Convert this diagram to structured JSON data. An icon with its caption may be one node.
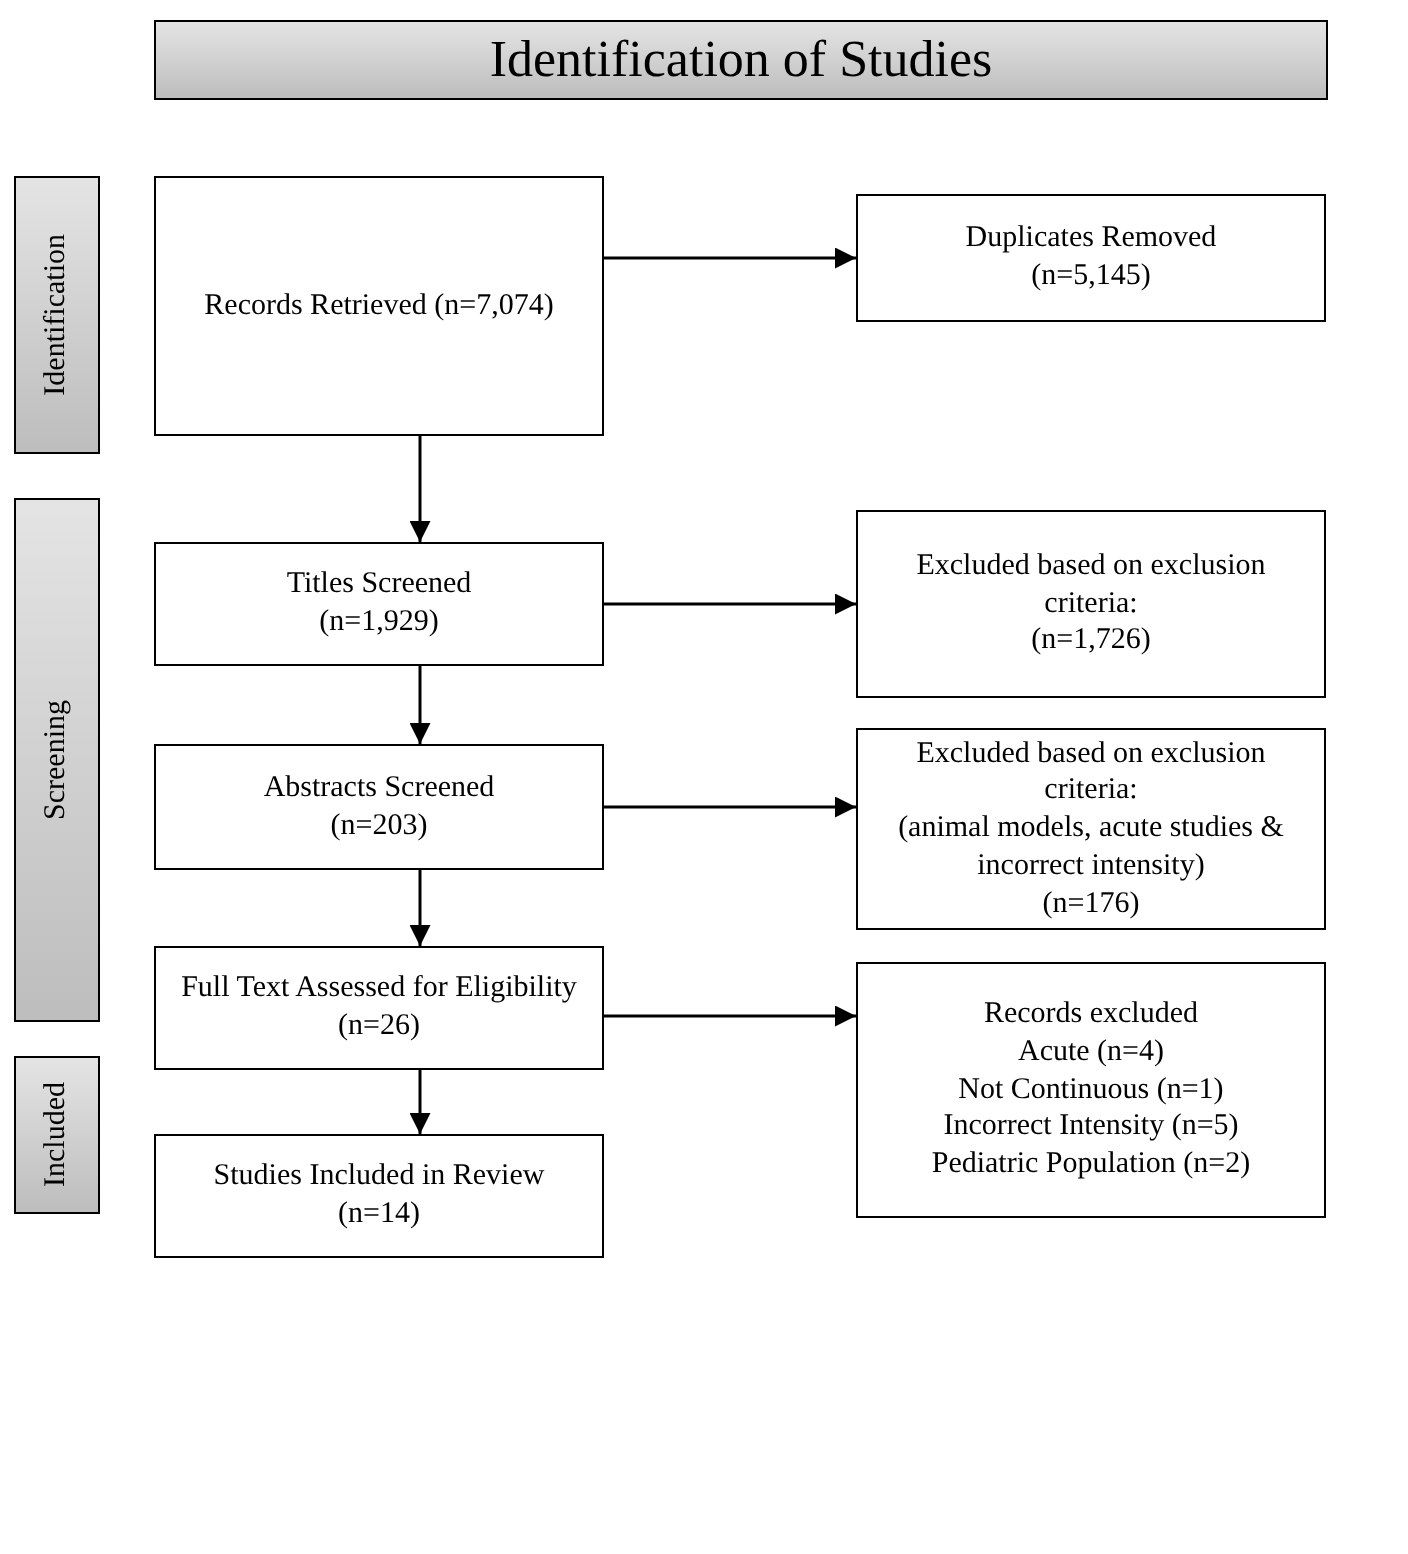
{
  "diagram": {
    "nodes": [
      {
        "text": [
          "Identification of Studies"
        ]
      },
      {
        "text": [
          "Identification"
        ]
      },
      {
        "text": [
          "Screening"
        ]
      },
      {
        "text": [
          "Included"
        ]
      },
      {
        "text": [
          "Records Retrieved (n=7,074)"
        ]
      },
      {
        "text": [
          "Duplicates Removed",
          "(n=5,145)"
        ]
      },
      {
        "text": [
          "Titles Screened",
          "(n=1,929)"
        ]
      },
      {
        "text": [
          "Excluded based on exclusion criteria:",
          "(n=1,726)"
        ]
      },
      {
        "text": [
          "Abstracts Screened",
          "(n=203)"
        ]
      },
      {
        "text": [
          "Excluded based on exclusion criteria:",
          "(animal models, acute studies & incorrect intensity)",
          "(n=176)"
        ]
      },
      {
        "text": [
          "Full Text Assessed for Eligibility",
          "(n=26)"
        ]
      },
      {
        "text": [
          "Records excluded",
          "Acute (n=4)",
          "Not Continuous (n=1)",
          "Incorrect Intensity (n=5)",
          "Pediatric Population (n=2)"
        ]
      },
      {
        "text": [
          "Studies Included in Review",
          "(n=14)"
        ]
      }
    ],
    "edges": [
      {
        "from": 4,
        "to": 5,
        "arrow": "to"
      },
      {
        "from": 4,
        "to": 6,
        "arrow": "to"
      },
      {
        "from": 6,
        "to": 7,
        "arrow": "to"
      },
      {
        "from": 6,
        "to": 8,
        "arrow": "to"
      },
      {
        "from": 8,
        "to": 9,
        "arrow": "to"
      },
      {
        "from": 8,
        "to": 10,
        "arrow": "to"
      },
      {
        "from": 10,
        "to": 11,
        "arrow": "to"
      },
      {
        "from": 10,
        "to": 12,
        "arrow": "to"
      }
    ]
  }
}
